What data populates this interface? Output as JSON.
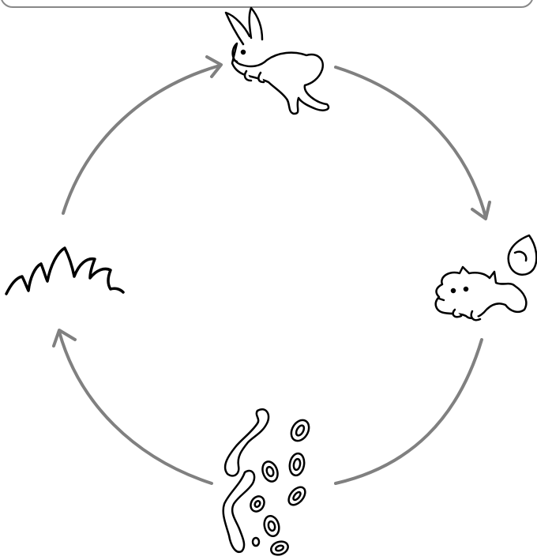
{
  "diagram": {
    "type": "cycle",
    "nodes": [
      {
        "id": "rabbit",
        "icon": "rabbit-icon"
      },
      {
        "id": "fox",
        "icon": "fox-icon"
      },
      {
        "id": "decomposers",
        "icon": "worms-and-fungi-icon"
      },
      {
        "id": "plant",
        "icon": "grass-plant-icon"
      }
    ],
    "arrows": [
      {
        "from": "rabbit",
        "to": "fox"
      },
      {
        "from": "fox",
        "to": "decomposers"
      },
      {
        "from": "decomposers",
        "to": "plant"
      },
      {
        "from": "plant",
        "to": "rabbit"
      }
    ],
    "colors": {
      "arrow": "#808080",
      "line_art": "#000000",
      "background": "#ffffff"
    }
  }
}
